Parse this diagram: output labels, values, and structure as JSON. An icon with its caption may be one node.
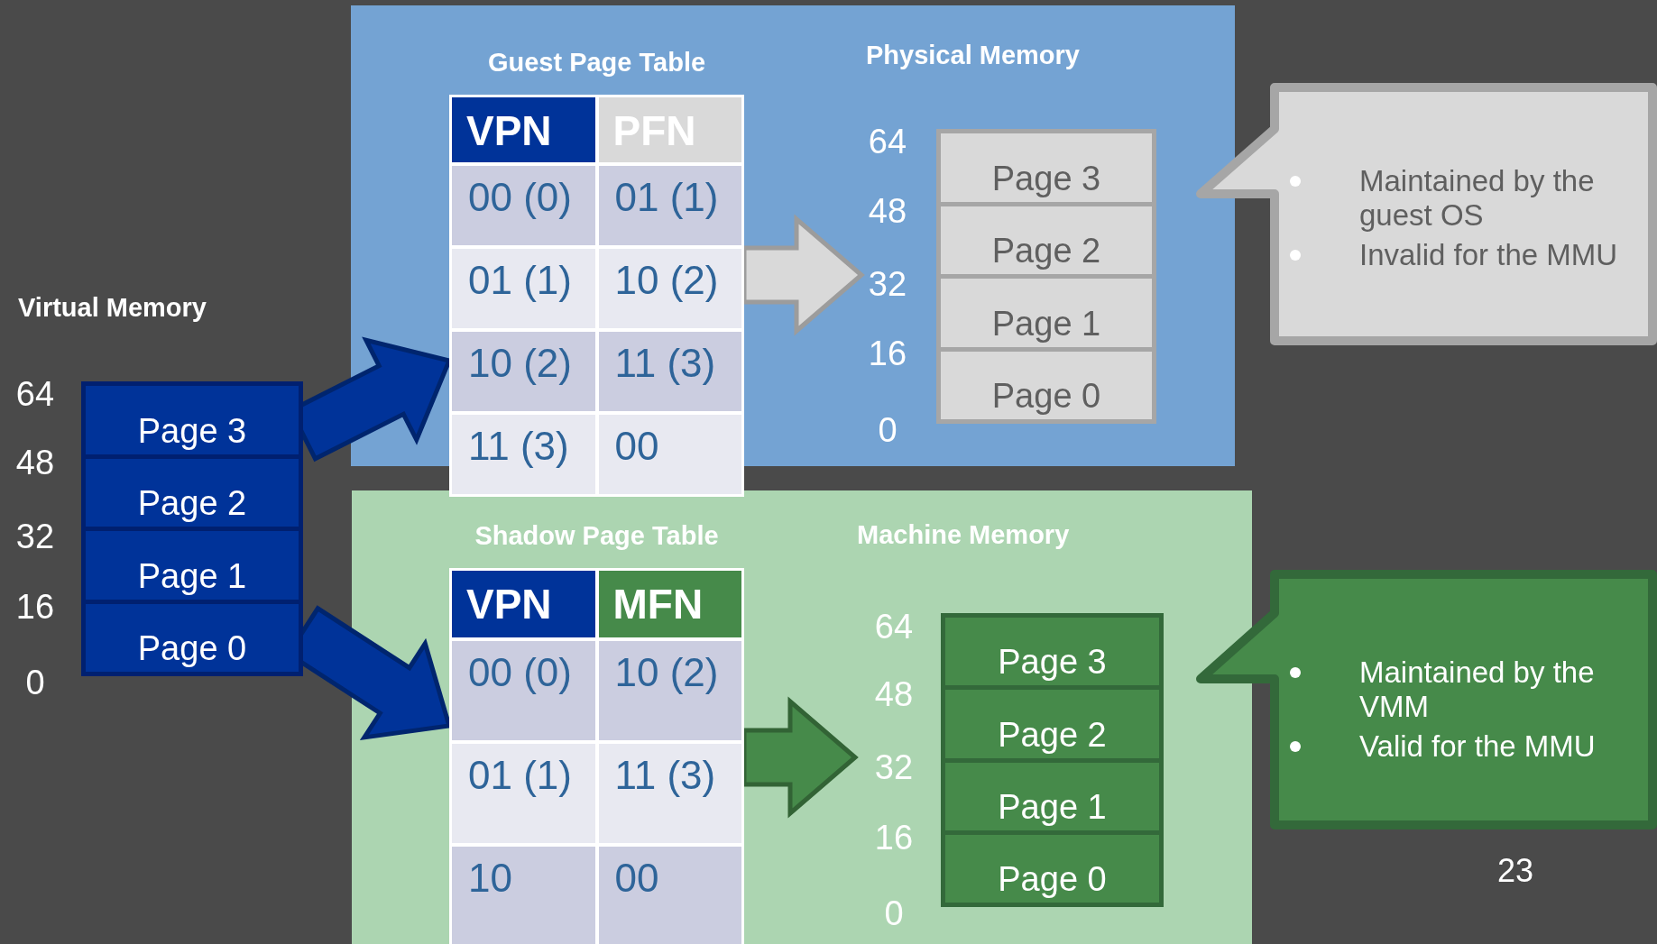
{
  "diagram": {
    "nodes": [
      {
        "text": [
          "Virtual Memory"
        ],
        "beside": [
          "64",
          "48",
          "32",
          "16",
          "0"
        ]
      },
      {
        "text": [
          "Page 3"
        ],
        "in": 0
      },
      {
        "text": [
          "Page 2"
        ],
        "in": 0
      },
      {
        "text": [
          "Page 1"
        ],
        "in": 0
      },
      {
        "text": [
          "Page 0"
        ],
        "in": 0
      },
      {
        "text": [
          "Guest Page Table",
          "VPN",
          "PFN",
          "00 (0)",
          "01 (1)",
          "01 (1)",
          "10 (2)",
          "10 (2)",
          "11 (3)",
          "11 (3)",
          "00"
        ]
      },
      {
        "text": [
          "Physical Memory"
        ],
        "beside": [
          "64",
          "48",
          "32",
          "16",
          "0"
        ]
      },
      {
        "text": [
          "Page 3"
        ],
        "in": 6
      },
      {
        "text": [
          "Page 2"
        ],
        "in": 6
      },
      {
        "text": [
          "Page 1"
        ],
        "in": 6
      },
      {
        "text": [
          "Page 0"
        ],
        "in": 6
      },
      {
        "text": [
          "Shadow Page Table",
          "VPN",
          "MFN",
          "00 (0)",
          "10 (2)",
          "01 (1)",
          "11 (3)",
          "10",
          "00"
        ]
      },
      {
        "text": [
          "Machine Memory"
        ],
        "beside": [
          "64",
          "48",
          "32",
          "16",
          "0"
        ]
      },
      {
        "text": [
          "Page 3"
        ],
        "in": 12
      },
      {
        "text": [
          "Page 2"
        ],
        "in": 12
      },
      {
        "text": [
          "Page 1"
        ],
        "in": 12
      },
      {
        "text": [
          "Page 0"
        ],
        "in": 12
      },
      {
        "text": [
          "Maintained by the guest OS",
          "Invalid for the MMU"
        ]
      },
      {
        "text": [
          "Maintained by the VMM",
          "Valid for the MMU"
        ]
      }
    ],
    "edges": [
      {
        "from": 0,
        "to": 5,
        "arrow": "to",
        "style": "thick",
        "color": "#003399"
      },
      {
        "from": 0,
        "to": 11,
        "arrow": "to",
        "style": "thick",
        "color": "#003399"
      },
      {
        "from": 5,
        "to": 6,
        "arrow": "to",
        "style": "thick",
        "color": "#d9d9d9"
      },
      {
        "from": 11,
        "to": 12,
        "arrow": "to",
        "style": "thick",
        "color": "#468a4a"
      }
    ],
    "labels": [
      "23"
    ]
  }
}
